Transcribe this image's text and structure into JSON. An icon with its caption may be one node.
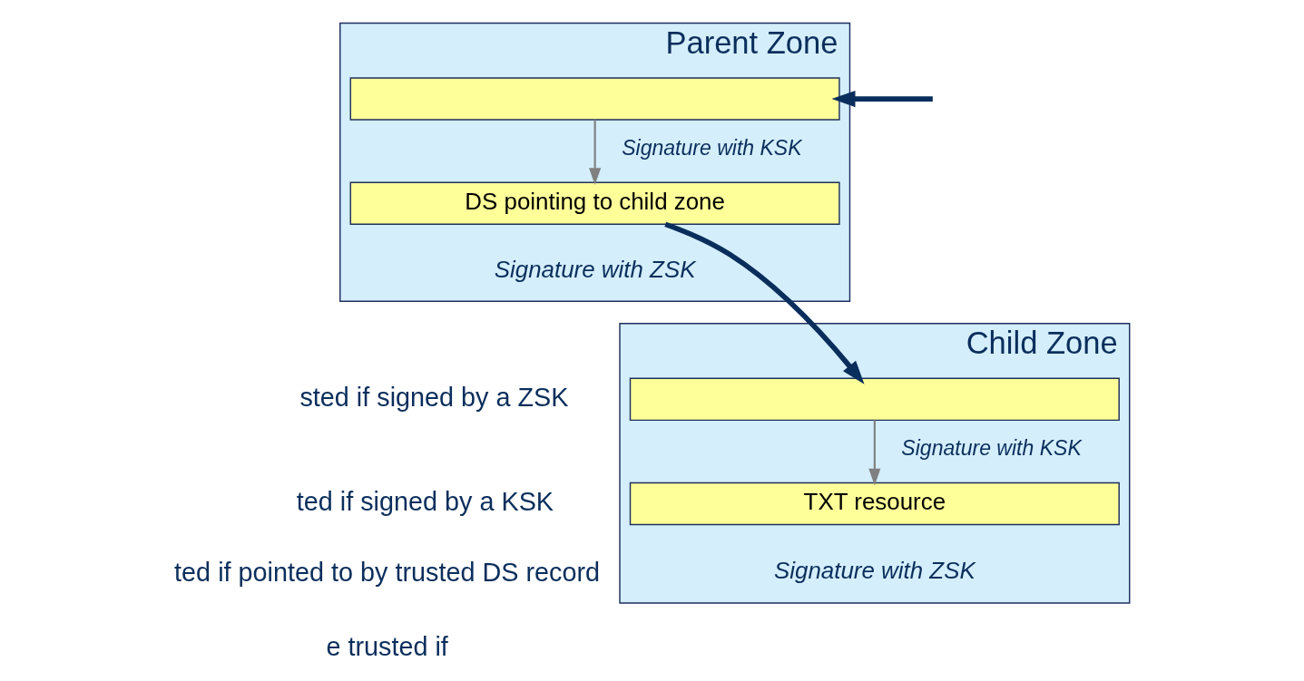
{
  "diagram": {
    "nodes": [
      {
        "text": [
          "Parent Zone"
        ]
      },
      {
        "text": [],
        "shape": "box",
        "in": 0
      },
      {
        "text": [
          "DS pointing to child zone"
        ],
        "in": 0,
        "beside": [
          "Signature with ZSK"
        ]
      },
      {
        "text": [
          "Child Zone"
        ]
      },
      {
        "text": [],
        "shape": "box",
        "in": 3
      },
      {
        "text": [
          "TXT resource"
        ],
        "in": 3,
        "beside": [
          "Signature with ZSK"
        ]
      }
    ],
    "edges": [
      {
        "from": null,
        "to": 1,
        "arrow": "to",
        "style": "thick"
      },
      {
        "from": 1,
        "to": 2,
        "arrow": "to",
        "label": "Signature with KSK",
        "color": "#808080"
      },
      {
        "from": 2,
        "to": 4,
        "arrow": "to",
        "style": "thick"
      },
      {
        "from": 4,
        "to": 5,
        "arrow": "to",
        "label": "Signature with KSK",
        "color": "#808080"
      }
    ],
    "labels": [
      "sted if signed by a ZSK",
      "ted if signed by a KSK",
      "ted if pointed to by trusted DS record",
      "e trusted if"
    ]
  }
}
